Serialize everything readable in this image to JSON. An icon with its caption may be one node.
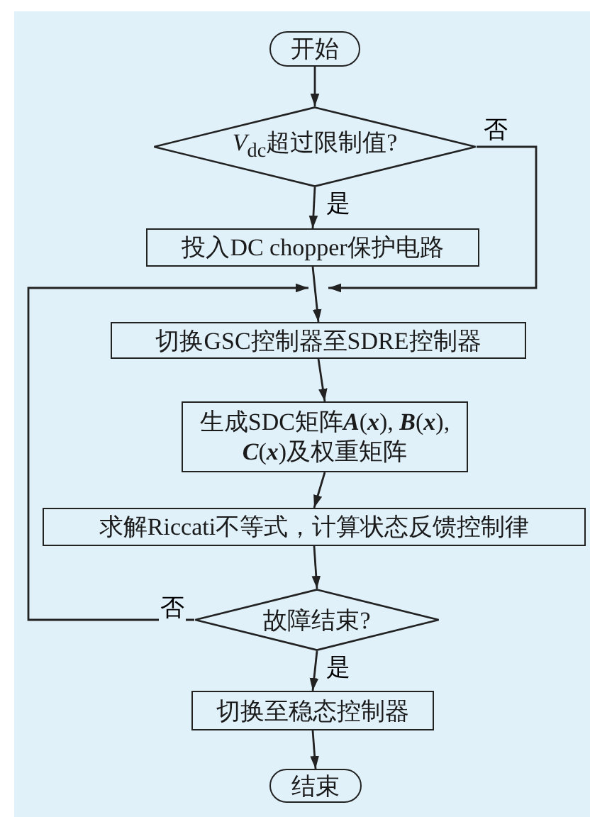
{
  "diagram": {
    "nodes": [
      {
        "text": [
          "开始"
        ]
      },
      {
        "text": [
          "*V*$_{dc}$超过限制值?"
        ]
      },
      {
        "text": [
          "投入DC chopper保护电路"
        ]
      },
      {
        "text": [
          "切换GSC控制器至SDRE控制器"
        ]
      },
      {
        "text": [
          "生成SDC矩阵**A**(**x**), **B**(**x**), **C**(**x**)及权重矩阵"
        ]
      },
      {
        "text": [
          "求解Riccati不等式，计算状态反馈控制律"
        ]
      },
      {
        "text": [
          "故障结束?"
        ]
      },
      {
        "text": [
          "切换至稳态控制器"
        ]
      },
      {
        "text": [
          "结束"
        ]
      }
    ],
    "edges": [
      {
        "from": 0,
        "to": 1,
        "arrow": "to"
      },
      {
        "from": 1,
        "to": 2,
        "arrow": "to",
        "label": "是"
      },
      {
        "from": 1,
        "to": 3,
        "arrow": "to",
        "label": "否"
      },
      {
        "from": 2,
        "to": 3,
        "arrow": "to"
      },
      {
        "from": 3,
        "to": 4,
        "arrow": "to"
      },
      {
        "from": 4,
        "to": 5,
        "arrow": "to"
      },
      {
        "from": 5,
        "to": 6,
        "arrow": "to"
      },
      {
        "from": 6,
        "to": 3,
        "arrow": "to",
        "label": "否"
      },
      {
        "from": 6,
        "to": 7,
        "arrow": "to",
        "label": "是"
      },
      {
        "from": 7,
        "to": 8,
        "arrow": "to"
      }
    ]
  }
}
